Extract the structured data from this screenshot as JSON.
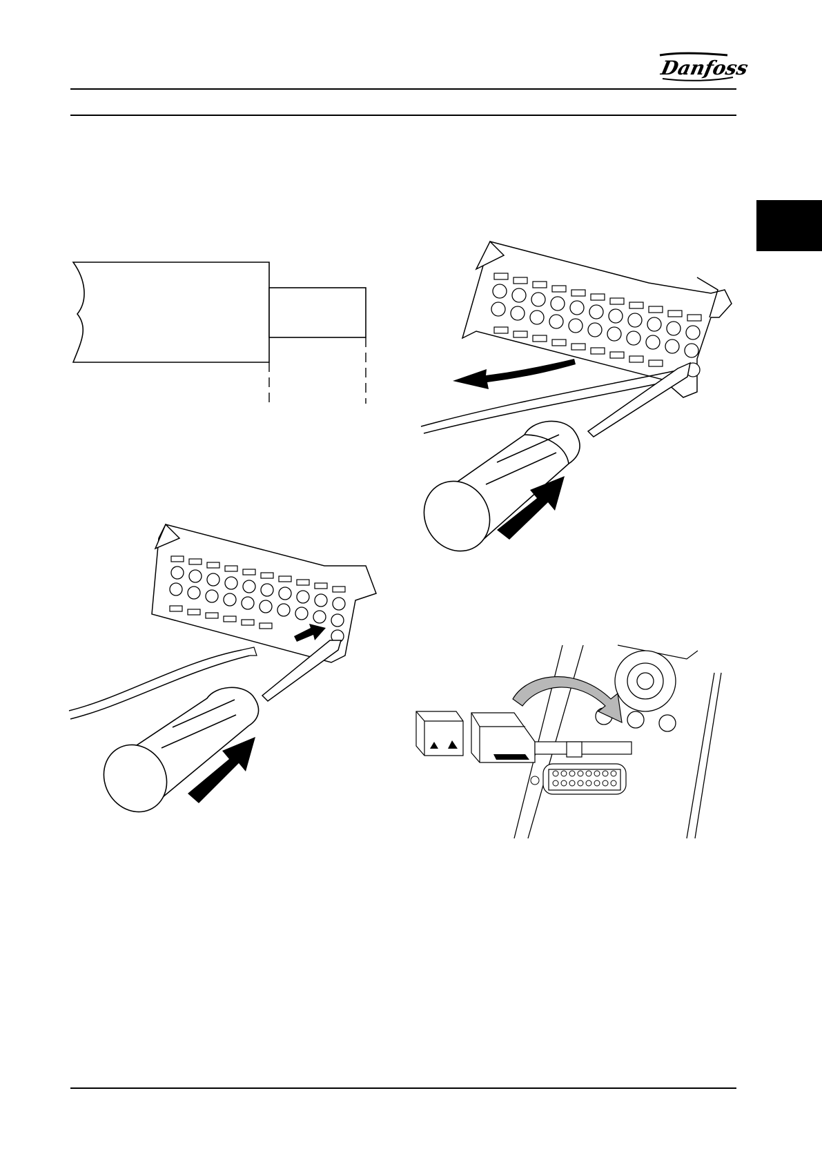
{
  "header": {
    "brand_logo": "Danfoss"
  },
  "page": {
    "section_tab_color": "#000000",
    "line_color": "#000000"
  },
  "figures": [
    {
      "name": "wire-strip-length",
      "icon": "stripped-wire-illustration"
    },
    {
      "name": "terminal-release-wire",
      "icon": "screwdriver-release-illustration"
    },
    {
      "name": "terminal-insert-wire",
      "icon": "screwdriver-insert-illustration"
    },
    {
      "name": "terminal-block-mounting",
      "icon": "connector-mounting-illustration"
    }
  ]
}
